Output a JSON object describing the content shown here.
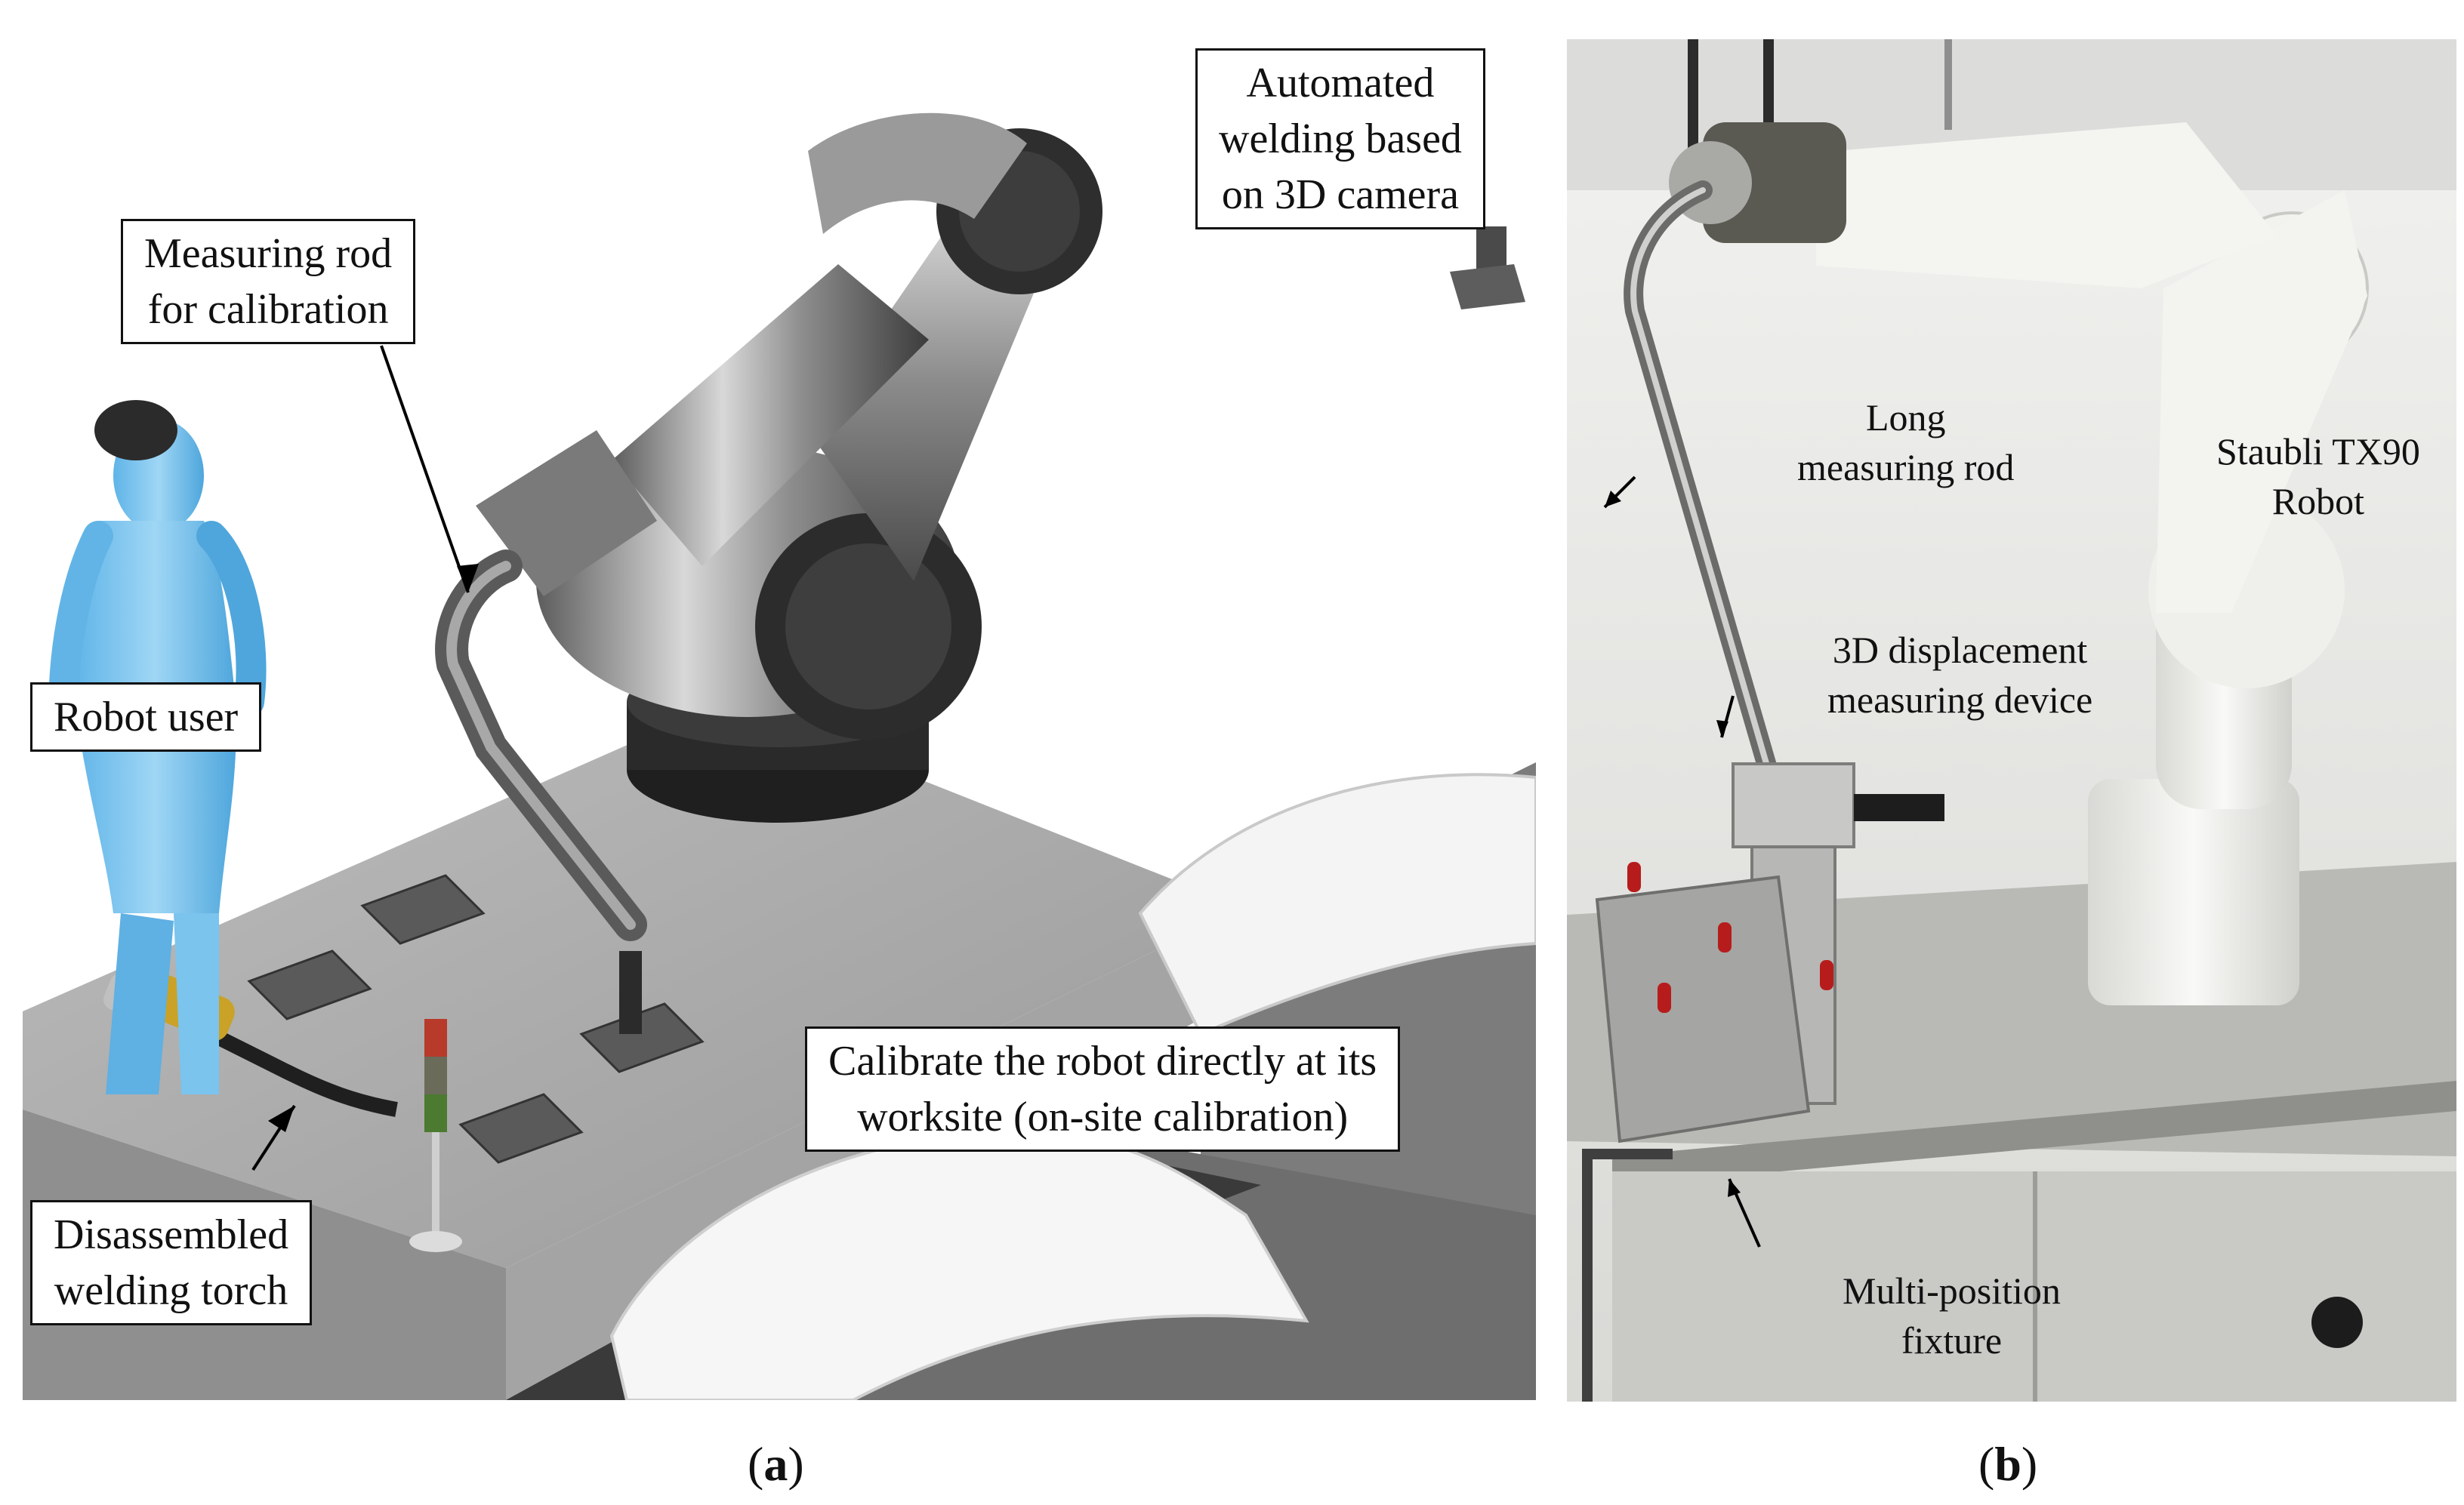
{
  "figure": {
    "panel_a": {
      "callouts": {
        "camera": [
          "Automated",
          "welding based",
          "on 3D camera"
        ],
        "rod": [
          "Measuring rod",
          "for calibration"
        ],
        "user": [
          "Robot user"
        ],
        "onsite": [
          "Calibrate the robot directly at its",
          "worksite (on-site calibration)"
        ],
        "torch": [
          "Disassembled",
          "welding torch"
        ]
      },
      "label": "a"
    },
    "panel_b": {
      "labels": {
        "long_rod": [
          "Long",
          "measuring rod"
        ],
        "staubli": [
          "Staubli TX90",
          "Robot"
        ],
        "device": [
          "3D displacement",
          "measuring device"
        ],
        "fixture": [
          "Multi-position",
          "fixture"
        ]
      },
      "label": "b"
    }
  }
}
